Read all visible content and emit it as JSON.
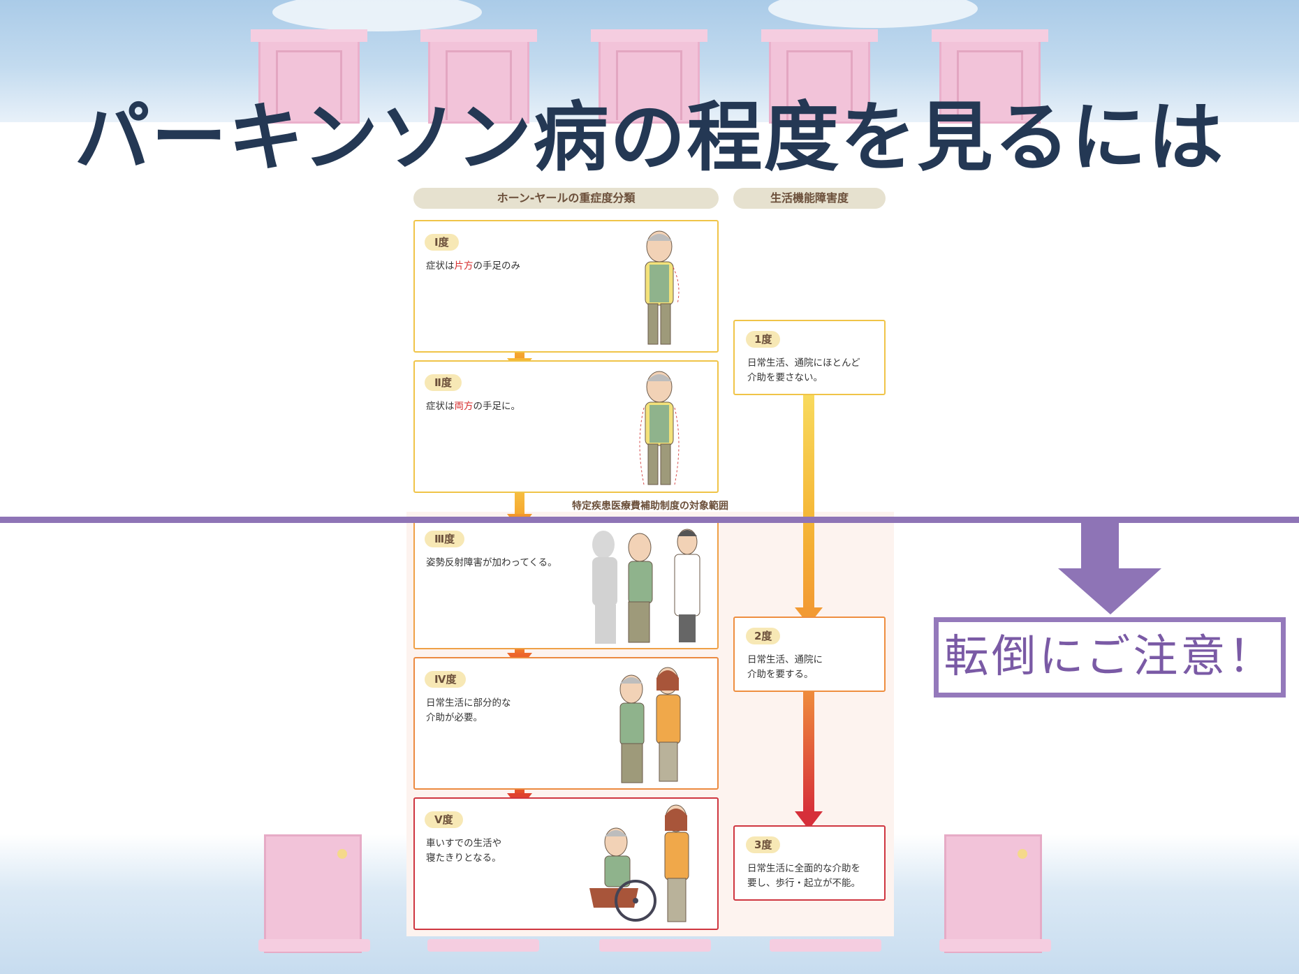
{
  "title": "パーキンソン病の程度を見るには",
  "headers": {
    "hoehn_yahr": "ホーン-ヤールの重症度分類",
    "life_function": "生活機能障害度"
  },
  "region_label": "特定疾患医療費補助制度の対象範囲",
  "stages": [
    {
      "badge": "Ⅰ度",
      "text_before": "症状は",
      "highlight": "片方",
      "text_after": "の手足のみ",
      "border_color": "#f0c448"
    },
    {
      "badge": "Ⅱ度",
      "text_before": "症状は",
      "highlight": "両方",
      "text_after": "の手足に。",
      "border_color": "#f0c448"
    },
    {
      "badge": "Ⅲ度",
      "text": "姿勢反射障害が加わってくる。",
      "border_color": "#efa046"
    },
    {
      "badge": "Ⅳ度",
      "text": "日常生活に部分的な\n介助が必要。",
      "border_color": "#ec8a40"
    },
    {
      "badge": "Ⅴ度",
      "text": "車いすでの生活や\n寝たきりとなる。",
      "border_color": "#cf3640"
    }
  ],
  "functions": [
    {
      "badge": "1度",
      "text": "日常生活、通院にほとんど\n介助を要さない。",
      "border_color": "#f0c448"
    },
    {
      "badge": "2度",
      "text": "日常生活、通院に\n介助を要する。",
      "border_color": "#ee8e40"
    },
    {
      "badge": "3度",
      "text": "日常生活に全面的な介助を\n要し、歩行・起立が不能。",
      "border_color": "#cf3640"
    }
  ],
  "warning": "転倒にご注意！",
  "colors": {
    "title": "#243854",
    "accent_purple": "#8e74b6",
    "highlight_red": "#d62a2a",
    "pillar_pink": "#f2c3d9"
  }
}
